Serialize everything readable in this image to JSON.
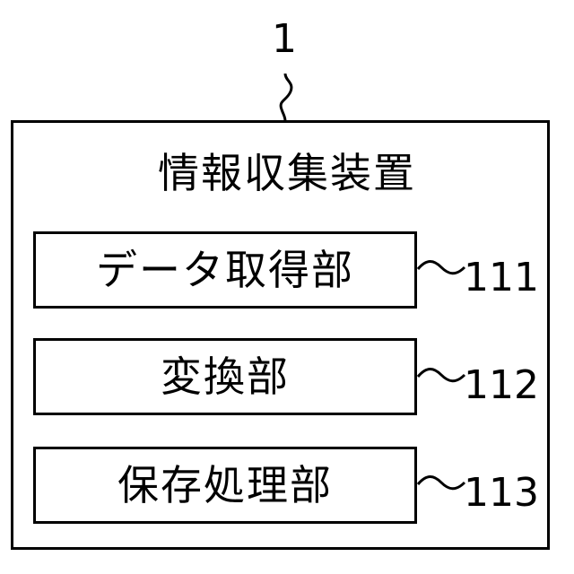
{
  "device": {
    "ref": "1",
    "title": "情報収集装置"
  },
  "units": [
    {
      "label": "データ取得部",
      "ref": "111"
    },
    {
      "label": "変換部",
      "ref": "112"
    },
    {
      "label": "保存処理部",
      "ref": "113"
    }
  ]
}
